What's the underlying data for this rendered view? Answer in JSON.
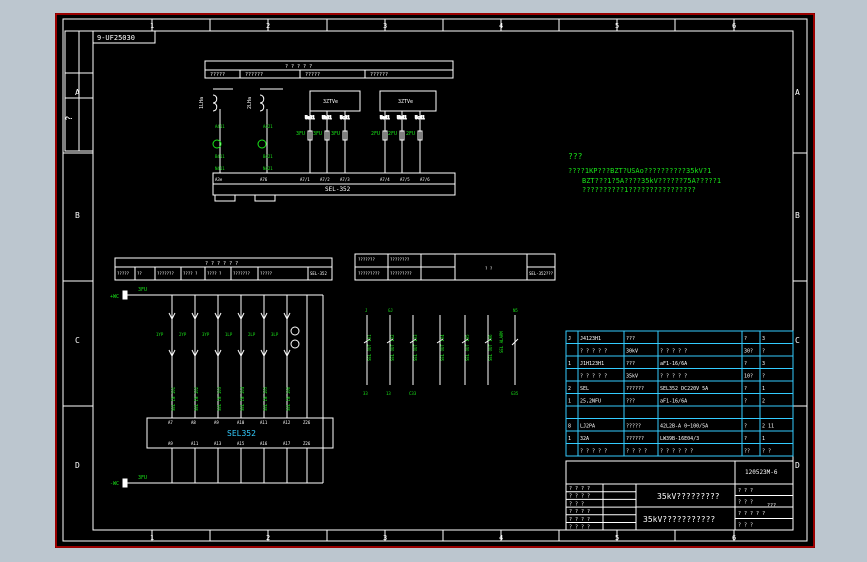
{
  "drawing_number_rotated": "9-UF25030",
  "grid": {
    "columns": [
      "1",
      "2",
      "3",
      "4",
      "5",
      "6"
    ],
    "rows": [
      "A",
      "B",
      "C",
      "D"
    ]
  },
  "top_circuit": {
    "header_cells": [
      "?????",
      "??????",
      "?????",
      "??????"
    ],
    "header_title": "? ? ? ? ?",
    "ct_labels": [
      "1LHa",
      "2LHa"
    ],
    "meter_boxes": [
      "3ZTVe",
      "3ZTVe"
    ],
    "meter_terms": [
      "Ua31",
      "Ub31",
      "Uc31",
      "Ua41",
      "Ub41",
      "Uc41"
    ],
    "fuse_labels": [
      "3FU",
      "3FU",
      "3FU",
      "2FU",
      "2FU",
      "2FU"
    ],
    "wire_labels_left": [
      "A411",
      "B411",
      "N411",
      "A421",
      "B421",
      "N421"
    ],
    "relay_terms": [
      "A3e",
      "A76",
      "A7/1",
      "A7/2",
      "A7/3",
      "A7/4",
      "A7/5",
      "A7/6"
    ],
    "relay_name": "SEL-352"
  },
  "notes": {
    "title": "???",
    "lines": [
      "????1KP???BZT?USAo??????????35kV?1",
      "BZT???1?5A????35kV??????75A?????1",
      "??????????1????????????????"
    ]
  },
  "middle_left_header": {
    "cells": [
      "?????",
      "??",
      "???????",
      "???? ?",
      "???? ?",
      "???????",
      "?????",
      "SEL-352"
    ],
    "title": "? ? ? ? ? ?"
  },
  "middle_right_header": {
    "cells": [
      "???????",
      "????????",
      "?????????",
      "?????????",
      "? ?",
      "SEL-352???"
    ],
    "title": ""
  },
  "dc_circuit": {
    "positive_bus": "+WC",
    "negative_bus": "-WC",
    "fuse_top": "3FU",
    "fuse_bottom": "3FU",
    "branch_labels": [
      "1YP",
      "2YP",
      "3YP",
      "1LP",
      "2LP",
      "3LP"
    ],
    "wire_labels": [
      "SEL IN 101",
      "SEL IN 102",
      "SEL IN 103",
      "SEL IN 104",
      "SEL IN 105",
      "SEL IN 106"
    ],
    "upper_terms": [
      "A7",
      "A8",
      "A9",
      "A10",
      "A11",
      "A12",
      "Z26"
    ],
    "lower_terms": [
      "A9",
      "A11",
      "A13",
      "A15",
      "A16",
      "A17",
      "Z26"
    ],
    "relay_name": "SEL352"
  },
  "output_circuit": {
    "top_marks": [
      "J",
      "GJ",
      "",
      "",
      "",
      "",
      "N5"
    ],
    "labels": [
      "SEL OUT 101",
      "SEL OUT 102",
      "SEL OUT 103",
      "SEL OUT 104",
      "SEL OUT 105",
      "SEL OUT 106",
      "SEL ALARM"
    ],
    "bottom_marks": [
      "33",
      "13",
      "C33",
      "",
      "",
      "",
      "G35"
    ]
  },
  "parts_list": {
    "rows": [
      [
        "J",
        "J4123H1",
        "???",
        "",
        "?",
        "3"
      ],
      [
        "",
        "? ? ? ? ?",
        "30kV",
        "? ? ? ? ?",
        "30?",
        "?"
      ],
      [
        "1",
        "J1H123H1",
        "???",
        "aF1-16/6A",
        "?",
        "3"
      ],
      [
        "",
        "? ? ? ? ?",
        "35kV",
        "? ? ? ? ?",
        "10?",
        "?"
      ],
      [
        "2",
        "SEL",
        "??????",
        "SEL352  DC220V  5A",
        "?",
        "1"
      ],
      [
        "1",
        "25,2NFU",
        "???",
        "aF1-16/6A",
        "?",
        "2"
      ],
      [
        "",
        "",
        "",
        "",
        "",
        ""
      ],
      [
        "8",
        "LJ2PA",
        "?????",
        "42L2B-A  0~100/5A",
        "?",
        "2 11"
      ],
      [
        "1",
        "32A",
        "??????",
        "LW39B-16E04/3",
        "?",
        "1"
      ],
      [
        "",
        "? ? ? ? ?",
        "? ? ? ?",
        "? ? ? ? ? ?",
        "??",
        "? ?"
      ]
    ]
  },
  "title_block": {
    "drawing_no": "120523M-6",
    "title_line1": "35kV?????????",
    "title_line2": "35kV???????????",
    "sign_rows": [
      "? ? ? ?",
      "? ? ? ?",
      "? ? ?",
      "? ? ? ?",
      "? ? ? ?",
      "? ? ? ?"
    ],
    "right_rows": [
      "? ? ?",
      "? ? ?",
      "? ? ? ? ?",
      "? ? ?"
    ],
    "right_value": "???"
  },
  "colors": {
    "background": "#000000",
    "frame": "#ffffff",
    "border_red": "#cc0000",
    "green": "#19e619",
    "cyan": "#33ccff",
    "window": "#bcc6cf"
  }
}
